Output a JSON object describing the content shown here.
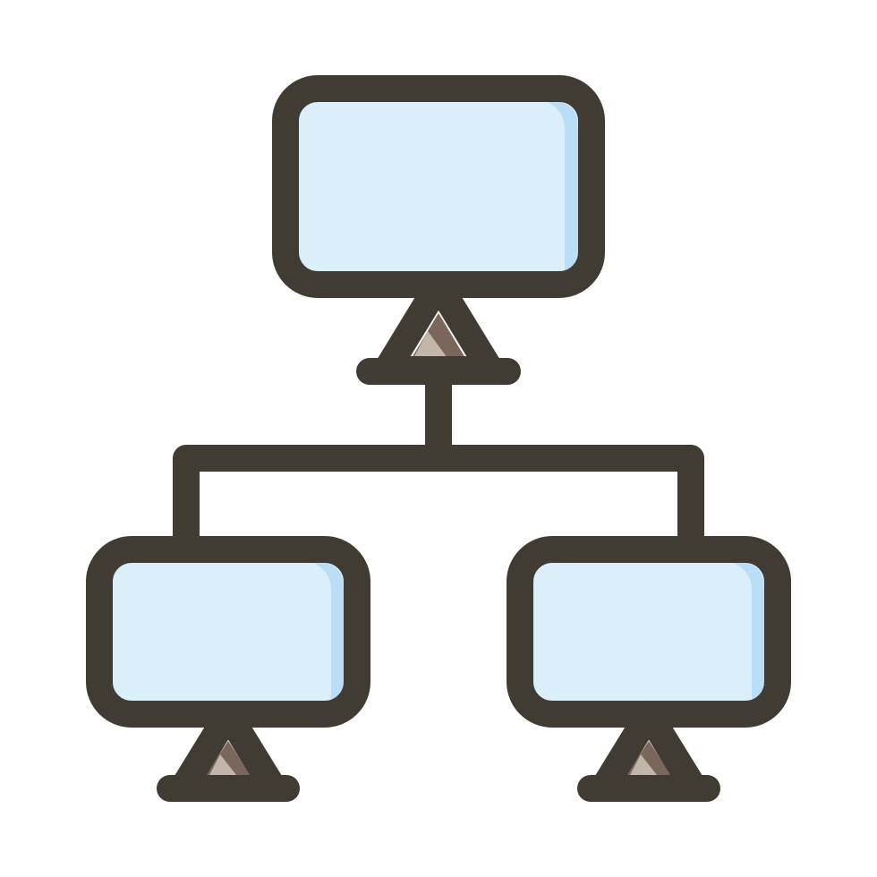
{
  "icon": {
    "name": "computer-network-icon",
    "style": "filled-outline",
    "colors": {
      "outline": "#413c33",
      "screen_fill": "#dbeffb",
      "screen_shade": "#b9def5",
      "stand_light": "#c2b6ab",
      "stand_dark": "#7b665b",
      "background": "#ffffff"
    },
    "nodes": [
      {
        "name": "server-monitor",
        "role": "top"
      },
      {
        "name": "client-monitor-left",
        "role": "bottom-left"
      },
      {
        "name": "client-monitor-right",
        "role": "bottom-right"
      }
    ],
    "connections": [
      {
        "from": "server-monitor",
        "to": "client-monitor-left"
      },
      {
        "from": "server-monitor",
        "to": "client-monitor-right"
      }
    ]
  }
}
